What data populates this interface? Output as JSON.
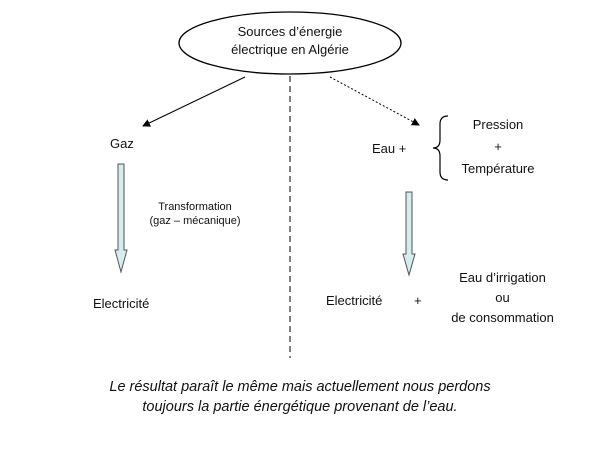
{
  "title_line1": "Sources d’énergie",
  "title_line2": "électrique en Algérie",
  "gas": {
    "label": "Gaz",
    "transformation_line1": "Transformation",
    "transformation_line2": "(gaz – mécanique)",
    "result": "Electricité"
  },
  "water": {
    "label": "Eau +",
    "condition_line1": "Pression",
    "condition_plus": "+",
    "condition_line3": "Température",
    "result": "Electricité",
    "plus": "+",
    "extra_line1": "Eau d’irrigation",
    "extra_line2": "ou",
    "extra_line3": "de consommation"
  },
  "caption_line1": "Le résultat paraît le même mais actuellement nous perdons",
  "caption_line2": "toujours la partie énergétique provenant de l’eau."
}
